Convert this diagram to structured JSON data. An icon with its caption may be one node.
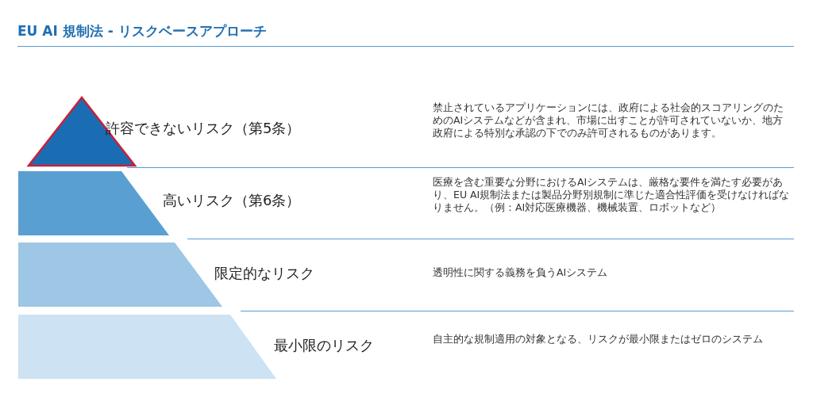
{
  "diagram": {
    "title": "EU AI 規制法 - リスクベースアプローチ",
    "nodes": [
      {
        "text": [
          "許容できないリスク（第5条）"
        ]
      },
      {
        "text": [
          "高いリスク（第6条）"
        ]
      },
      {
        "text": [
          "限定的なリスク"
        ]
      },
      {
        "text": [
          "最小限のリスク"
        ]
      }
    ],
    "edges": [],
    "labels": [
      "禁止されているアプリケーションには、政府による社会的スコアリングのためのAIシステムなどが含まれ、市場に出すことが許可されていないか、地方政府による特別な承認の下でのみ許可されるものがあります。",
      "医療を含む重要な分野におけるAIシステムは、厳格な要件を満たす必要があり、EU AI規制法または製品分野別規制に準じた適合性評価を受けなければなりません。（例：AI対応医療機器、機械装置、ロボットなど）",
      "透明性に関する義務を負うAIシステム",
      "自主的な規制適用の対象となる、リスクが最小限またはゼロのシステム"
    ]
  }
}
